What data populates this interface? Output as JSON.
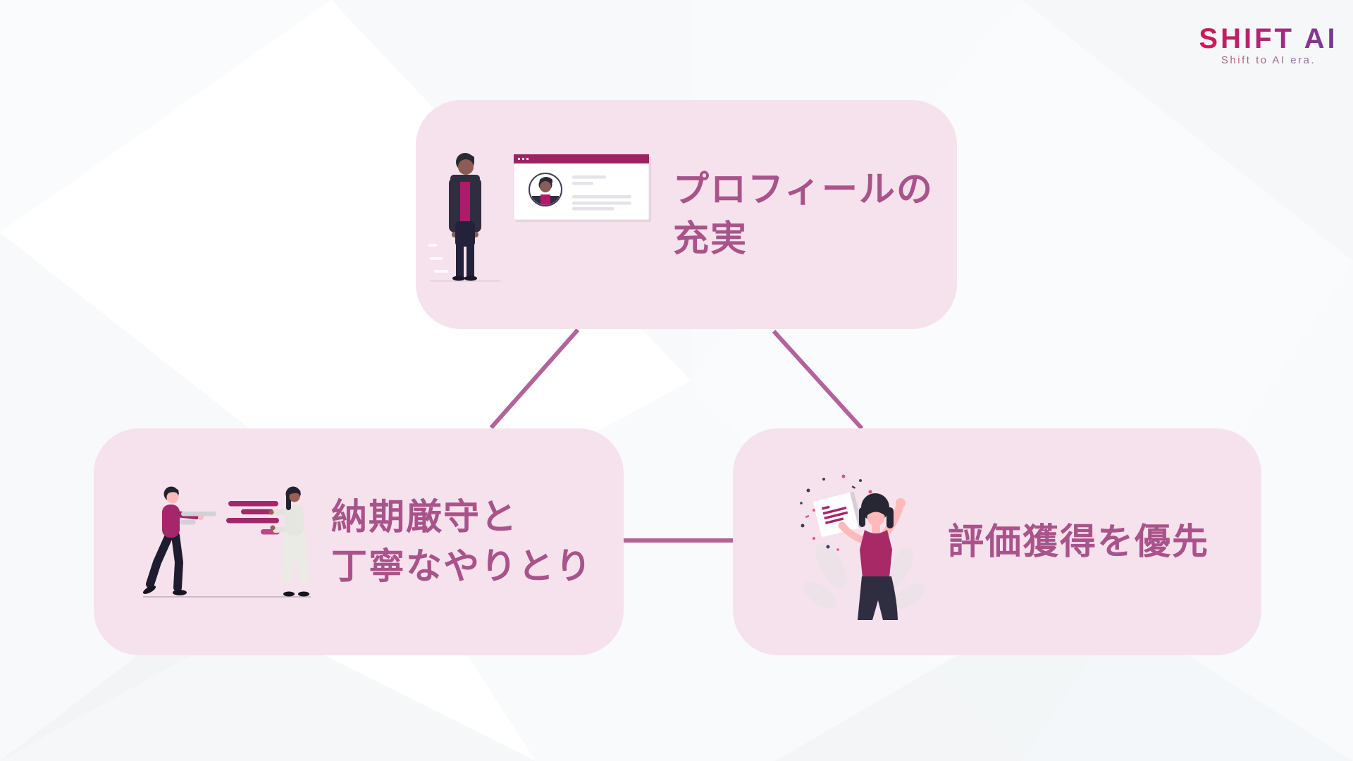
{
  "logo": {
    "title": "SHIFT AI",
    "tagline": "Shift to AI era.",
    "gradient_start": "#d6174f",
    "gradient_end": "#6b3fa3"
  },
  "diagram": {
    "card_background": "#f6e2ec",
    "label_color": "#a9538b",
    "connector_color": "#b2639a",
    "nodes": [
      {
        "id": "profile",
        "label_line1": "プロフィールの",
        "label_line2": "充実",
        "illustration": "man-presenting-profile-browser-illustration"
      },
      {
        "id": "deadline",
        "label_line1": "納期厳守と",
        "label_line2": "丁寧なやりとり",
        "illustration": "two-people-messaging-illustration"
      },
      {
        "id": "review",
        "label_line1": "評価獲得を優先",
        "illustration": "woman-celebrating-certificate-illustration"
      }
    ]
  }
}
